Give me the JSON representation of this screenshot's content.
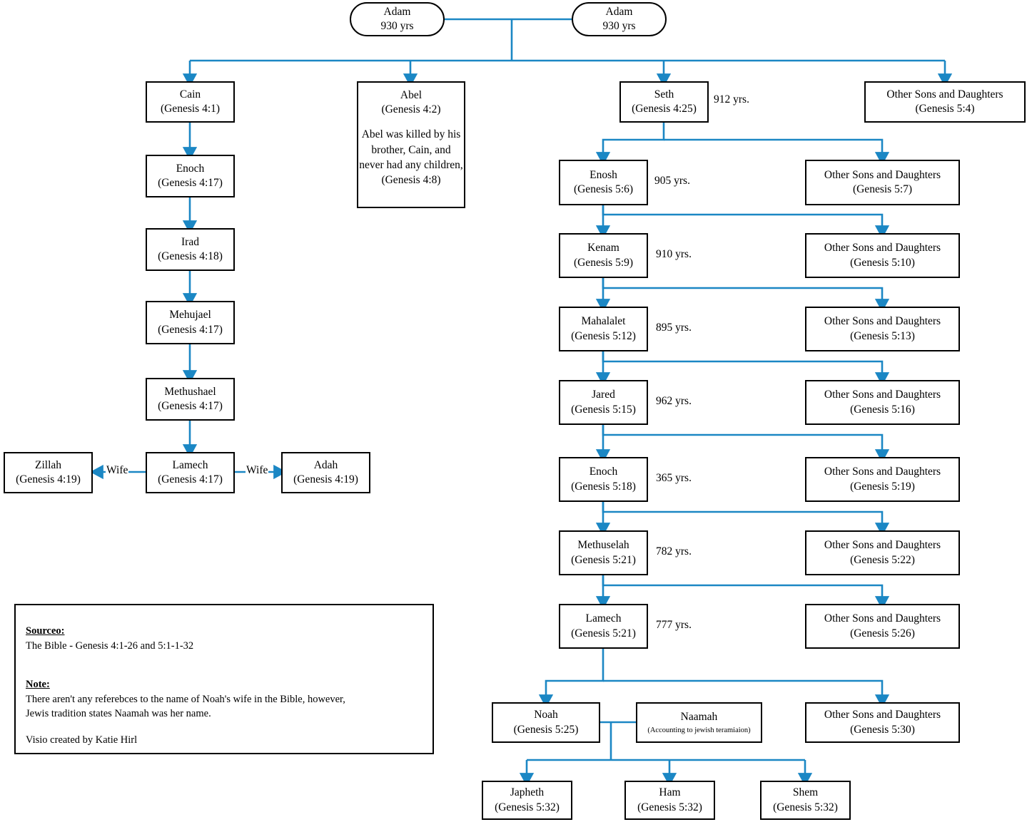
{
  "theme": {
    "connector_color": "#1b87c4",
    "box_border_color": "#000000",
    "background": "#ffffff",
    "text_color": "#000000"
  },
  "nodes": {
    "adam_left": {
      "name": "Adam",
      "ref": "930 yrs"
    },
    "adam_right": {
      "name": "Adam",
      "ref": "930 yrs"
    },
    "cain": {
      "name": "Cain",
      "ref": "(Genesis 4:1)"
    },
    "abel": {
      "name": "Abel",
      "ref": "(Genesis 4:2)",
      "note": "Abel was killed by his brother, Cain, and never had any children, (Genesis 4:8)"
    },
    "seth": {
      "name": "Seth",
      "ref": "(Genesis 4:25)"
    },
    "osd_5_4": {
      "name": "Other Sons and Daughters",
      "ref": "(Genesis 5:4)"
    },
    "enoch_cain": {
      "name": "Enoch",
      "ref": "(Genesis 4:17)"
    },
    "irad": {
      "name": "Irad",
      "ref": "(Genesis 4:18)"
    },
    "mehujael": {
      "name": "Mehujael",
      "ref": "(Genesis 4:17)"
    },
    "methushael": {
      "name": "Methushael",
      "ref": "(Genesis 4:17)"
    },
    "lamech_cain": {
      "name": "Lamech",
      "ref": "(Genesis 4:17)"
    },
    "zillah": {
      "name": "Zillah",
      "ref": "(Genesis 4:19)"
    },
    "adah": {
      "name": "Adah",
      "ref": "(Genesis 4:19)"
    },
    "enosh": {
      "name": "Enosh",
      "ref": "(Genesis 5:6)"
    },
    "osd_5_7": {
      "name": "Other Sons and Daughters",
      "ref": "(Genesis 5:7)"
    },
    "kenam": {
      "name": "Kenam",
      "ref": "(Genesis 5:9)"
    },
    "osd_5_10": {
      "name": "Other Sons and Daughters",
      "ref": "(Genesis 5:10)"
    },
    "mahalalet": {
      "name": "Mahalalet",
      "ref": "(Genesis 5:12)"
    },
    "osd_5_13": {
      "name": "Other Sons and Daughters",
      "ref": "(Genesis 5:13)"
    },
    "jared": {
      "name": "Jared",
      "ref": "(Genesis 5:15)"
    },
    "osd_5_16": {
      "name": "Other Sons and Daughters",
      "ref": "(Genesis 5:16)"
    },
    "enoch_seth": {
      "name": "Enoch",
      "ref": "(Genesis 5:18)"
    },
    "osd_5_19": {
      "name": "Other Sons and Daughters",
      "ref": "(Genesis 5:19)"
    },
    "methuselah": {
      "name": "Methuselah",
      "ref": "(Genesis 5:21)"
    },
    "osd_5_22": {
      "name": "Other Sons and Daughters",
      "ref": "(Genesis 5:22)"
    },
    "lamech_seth": {
      "name": "Lamech",
      "ref": "(Genesis 5:21)"
    },
    "osd_5_26": {
      "name": "Other Sons and Daughters",
      "ref": "(Genesis 5:26)"
    },
    "noah": {
      "name": "Noah",
      "ref": "(Genesis 5:25)"
    },
    "naamah": {
      "name": "Naamah",
      "sub": "(Accounting to jewish teramiaion)"
    },
    "osd_5_30": {
      "name": "Other Sons and Daughters",
      "ref": "(Genesis 5:30)"
    },
    "japheth": {
      "name": "Japheth",
      "ref": "(Genesis 5:32)"
    },
    "ham": {
      "name": "Ham",
      "ref": "(Genesis 5:32)"
    },
    "shem": {
      "name": "Shem",
      "ref": "(Genesis 5:32)"
    }
  },
  "age_labels": {
    "seth": "912 yrs.",
    "enosh": "905 yrs.",
    "kenam": "910 yrs.",
    "mahalalet": "895 yrs.",
    "jared": "962 yrs.",
    "enoch_seth": "365 yrs.",
    "methuselah": "782 yrs.",
    "lamech_seth": "777 yrs."
  },
  "edge_labels": {
    "wife_left": "Wife",
    "wife_right": "Wife"
  },
  "legend": {
    "source_heading": "Sourceo:",
    "source_text": "The Bible - Genesis 4:1-26 and 5:1-1-32",
    "note_heading": "Note:",
    "note_line1": "There aren't any referebces to the name of Noah's wife in the Bible, however,",
    "note_line2": "Jewis tradition states Naamah was her name.",
    "credit": "Visio created by Katie Hirl"
  }
}
